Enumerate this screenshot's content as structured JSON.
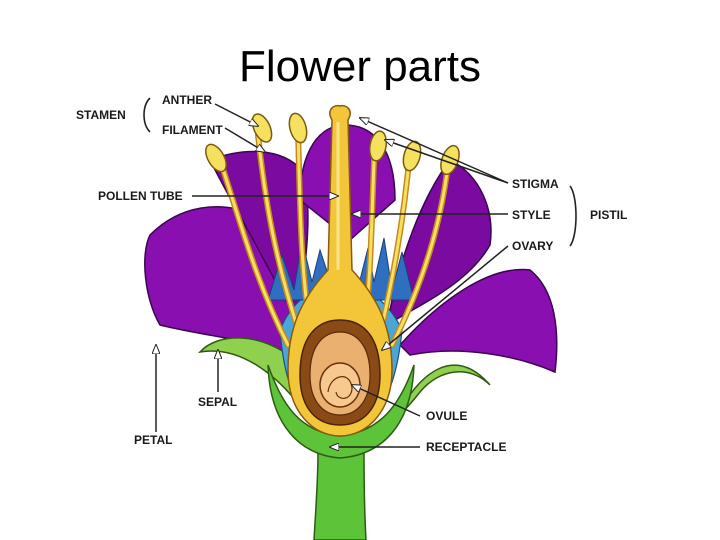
{
  "title": "Flower parts",
  "labels": {
    "stamen": "STAMEN",
    "anther": "ANTHER",
    "filament": "FILAMENT",
    "pollen_tube": "POLLEN TUBE",
    "stigma": "STIGMA",
    "style": "STYLE",
    "pistil": "PISTIL",
    "ovary": "OVARY",
    "sepal": "SEPAL",
    "petal": "PETAL",
    "ovule": "OVULE",
    "receptacle": "RECEPTACLE"
  },
  "colors": {
    "petal": "#8a0fb0",
    "stamen": "#f5e060",
    "style": "#f3c63a",
    "sepal": "#8fd14f",
    "receptacle": "#5dc43a",
    "ovary_wall": "#8a4a16",
    "ovule": "#f7c98f",
    "inner": "#4aa6d8"
  }
}
